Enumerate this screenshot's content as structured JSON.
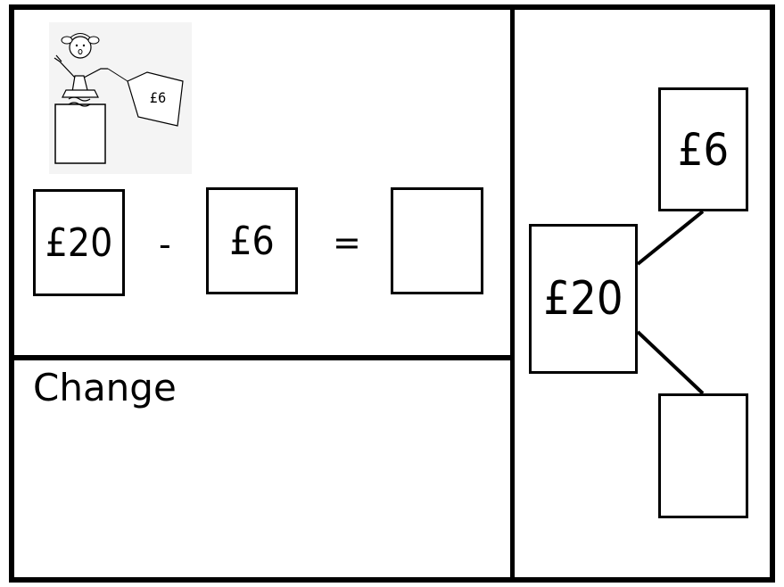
{
  "illustration": {
    "price_tag": "£6"
  },
  "equation": {
    "operand_a": "£20",
    "operator": "-",
    "operand_b": "£6",
    "equals": "=",
    "result": ""
  },
  "change_label": "Change",
  "part_whole": {
    "whole": "£20",
    "part_known": "£6",
    "part_unknown": ""
  }
}
